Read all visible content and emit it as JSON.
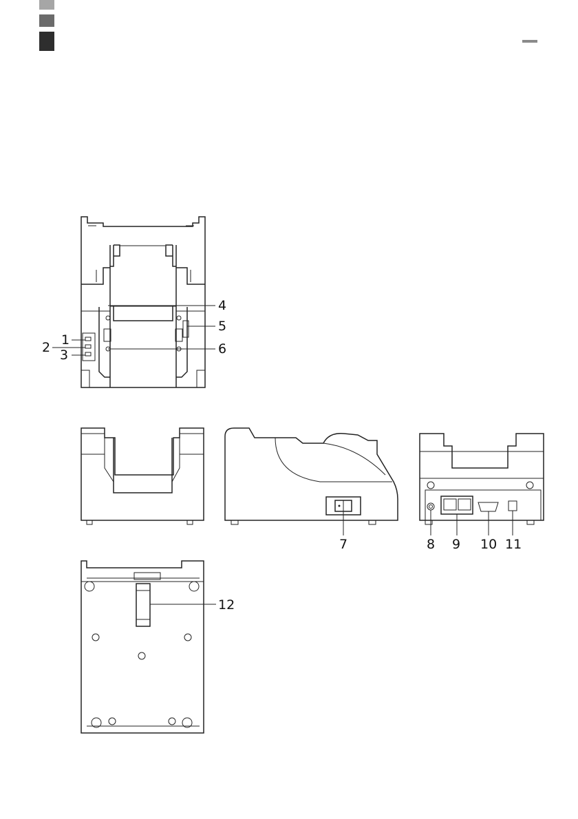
{
  "header": {
    "tabs_colors": [
      "#a6a6a6",
      "#6b6b6b",
      "#2e2e2e"
    ],
    "marker_color": "#8a8a8a"
  },
  "callouts": {
    "c1": "1",
    "c2": "2",
    "c3": "3",
    "c4": "4",
    "c5": "5",
    "c6": "6",
    "c7": "7",
    "c8": "8",
    "c9": "9",
    "c10": "10",
    "c11": "11",
    "c12": "12"
  }
}
